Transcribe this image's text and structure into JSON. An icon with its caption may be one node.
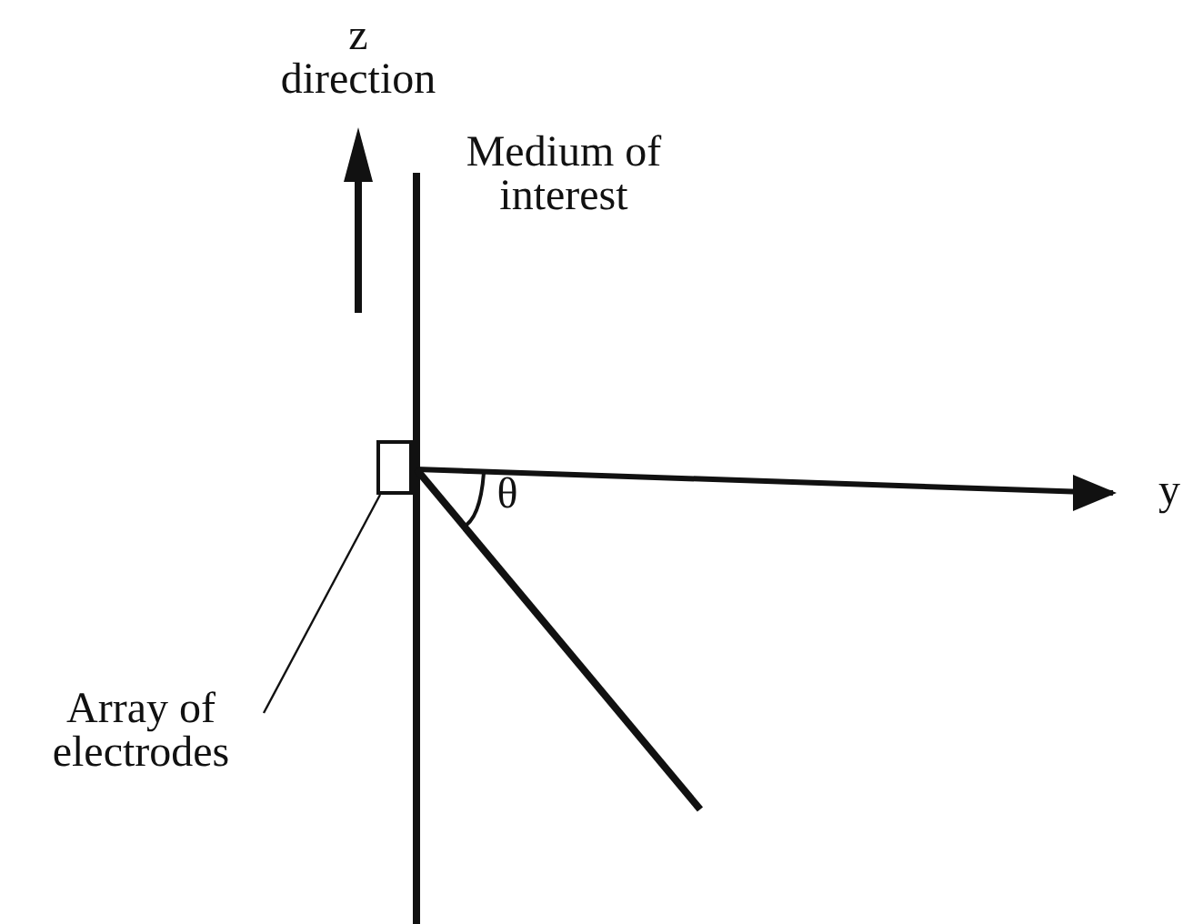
{
  "diagram": {
    "nodes": [
      {
        "text": [
          "Array of electrodes"
        ]
      },
      {
        "text": [],
        "shape": "box"
      }
    ],
    "edges": [
      {
        "from": 0,
        "to": 1,
        "arrow": "none"
      }
    ],
    "labels": [
      "z direction",
      "Medium of interest",
      "y",
      "θ"
    ]
  }
}
